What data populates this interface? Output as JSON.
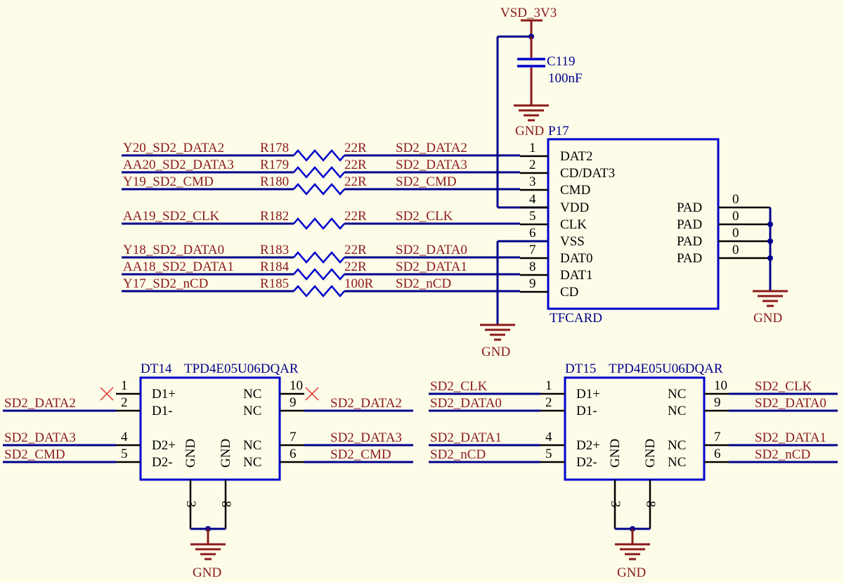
{
  "power": {
    "net": "VSD_3V3",
    "cap_ref": "C119",
    "cap_val": "100nF",
    "cap_gnd": "GND"
  },
  "tfcard": {
    "ref": "P17",
    "footprint": "TFCARD",
    "gnd": "GND",
    "pad_gnd": "GND",
    "pin_nums": [
      "1",
      "2",
      "3",
      "4",
      "5",
      "6",
      "7",
      "8",
      "9"
    ],
    "pin_names": [
      "DAT2",
      "CD/DAT3",
      "CMD",
      "VDD",
      "CLK",
      "VSS",
      "DAT0",
      "DAT1",
      "CD"
    ],
    "pad_names": [
      "PAD",
      "PAD",
      "PAD",
      "PAD"
    ],
    "pad_nums": [
      "0",
      "0",
      "0",
      "0"
    ]
  },
  "resistors": [
    {
      "port": "Y20_SD2_DATA2",
      "ref": "R178",
      "val": "22R",
      "net": "SD2_DATA2"
    },
    {
      "port": "AA20_SD2_DATA3",
      "ref": "R179",
      "val": "22R",
      "net": "SD2_DATA3"
    },
    {
      "port": "Y19_SD2_CMD",
      "ref": "R180",
      "val": "22R",
      "net": "SD2_CMD"
    },
    {
      "port": "AA19_SD2_CLK",
      "ref": "R182",
      "val": "22R",
      "net": "SD2_CLK"
    },
    {
      "port": "Y18_SD2_DATA0",
      "ref": "R183",
      "val": "22R",
      "net": "SD2_DATA0"
    },
    {
      "port": "AA18_SD2_DATA1",
      "ref": "R184",
      "val": "22R",
      "net": "SD2_DATA1"
    },
    {
      "port": "Y17_SD2_nCD",
      "ref": "R185",
      "val": "100R",
      "net": "SD2_nCD"
    }
  ],
  "esd": [
    {
      "ref": "DT14",
      "part": "TPD4E05U06DQAR",
      "gnd": "GND",
      "left": [
        {
          "num": "1",
          "name": "D1+",
          "net": ""
        },
        {
          "num": "2",
          "name": "D1-",
          "net": "SD2_DATA2"
        },
        {
          "num": "4",
          "name": "D2+",
          "net": "SD2_DATA3"
        },
        {
          "num": "5",
          "name": "D2-",
          "net": "SD2_CMD"
        }
      ],
      "right": [
        {
          "num": "10",
          "name": "NC",
          "net": ""
        },
        {
          "num": "9",
          "name": "NC",
          "net": "SD2_DATA2"
        },
        {
          "num": "7",
          "name": "NC",
          "net": "SD2_DATA3"
        },
        {
          "num": "6",
          "name": "NC",
          "net": "SD2_CMD"
        }
      ],
      "gnd_pins": [
        {
          "num": "3",
          "name": "GND"
        },
        {
          "num": "8",
          "name": "GND"
        }
      ]
    },
    {
      "ref": "DT15",
      "part": "TPD4E05U06DQAR",
      "gnd": "GND",
      "left": [
        {
          "num": "1",
          "name": "D1+",
          "net": "SD2_CLK"
        },
        {
          "num": "2",
          "name": "D1-",
          "net": "SD2_DATA0"
        },
        {
          "num": "4",
          "name": "D2+",
          "net": "SD2_DATA1"
        },
        {
          "num": "5",
          "name": "D2-",
          "net": "SD2_nCD"
        }
      ],
      "right": [
        {
          "num": "10",
          "name": "NC",
          "net": "SD2_CLK"
        },
        {
          "num": "9",
          "name": "NC",
          "net": "SD2_DATA0"
        },
        {
          "num": "7",
          "name": "NC",
          "net": "SD2_DATA1"
        },
        {
          "num": "6",
          "name": "NC",
          "net": "SD2_nCD"
        }
      ],
      "gnd_pins": [
        {
          "num": "3",
          "name": "GND"
        },
        {
          "num": "8",
          "name": "GND"
        }
      ]
    }
  ],
  "colors": {
    "wire": "#00008b",
    "label": "#8b1a1a",
    "box": "#0000cd",
    "background": "#fdfce8"
  }
}
